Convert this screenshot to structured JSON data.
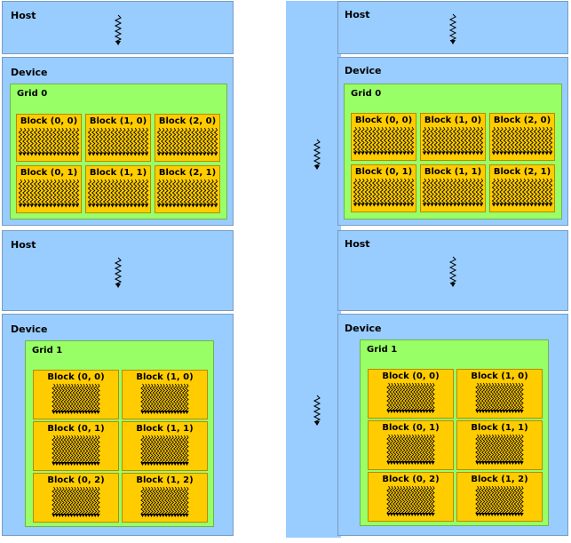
{
  "labels": {
    "host": "Host",
    "device": "Device",
    "grid0": "Grid 0",
    "grid1": "Grid 1"
  },
  "grid0_blocks": [
    "Block (0, 0)",
    "Block (1, 0)",
    "Block (2, 0)",
    "Block (0, 1)",
    "Block (1, 1)",
    "Block (2, 1)"
  ],
  "grid1_blocks": [
    "Block (0, 0)",
    "Block (1, 0)",
    "Block (0, 1)",
    "Block (1, 1)",
    "Block (0, 2)",
    "Block (1, 2)"
  ],
  "colors": {
    "host_device_bg": "#99ccff",
    "grid_bg": "#99ff66",
    "block_bg": "#ffcc00"
  }
}
